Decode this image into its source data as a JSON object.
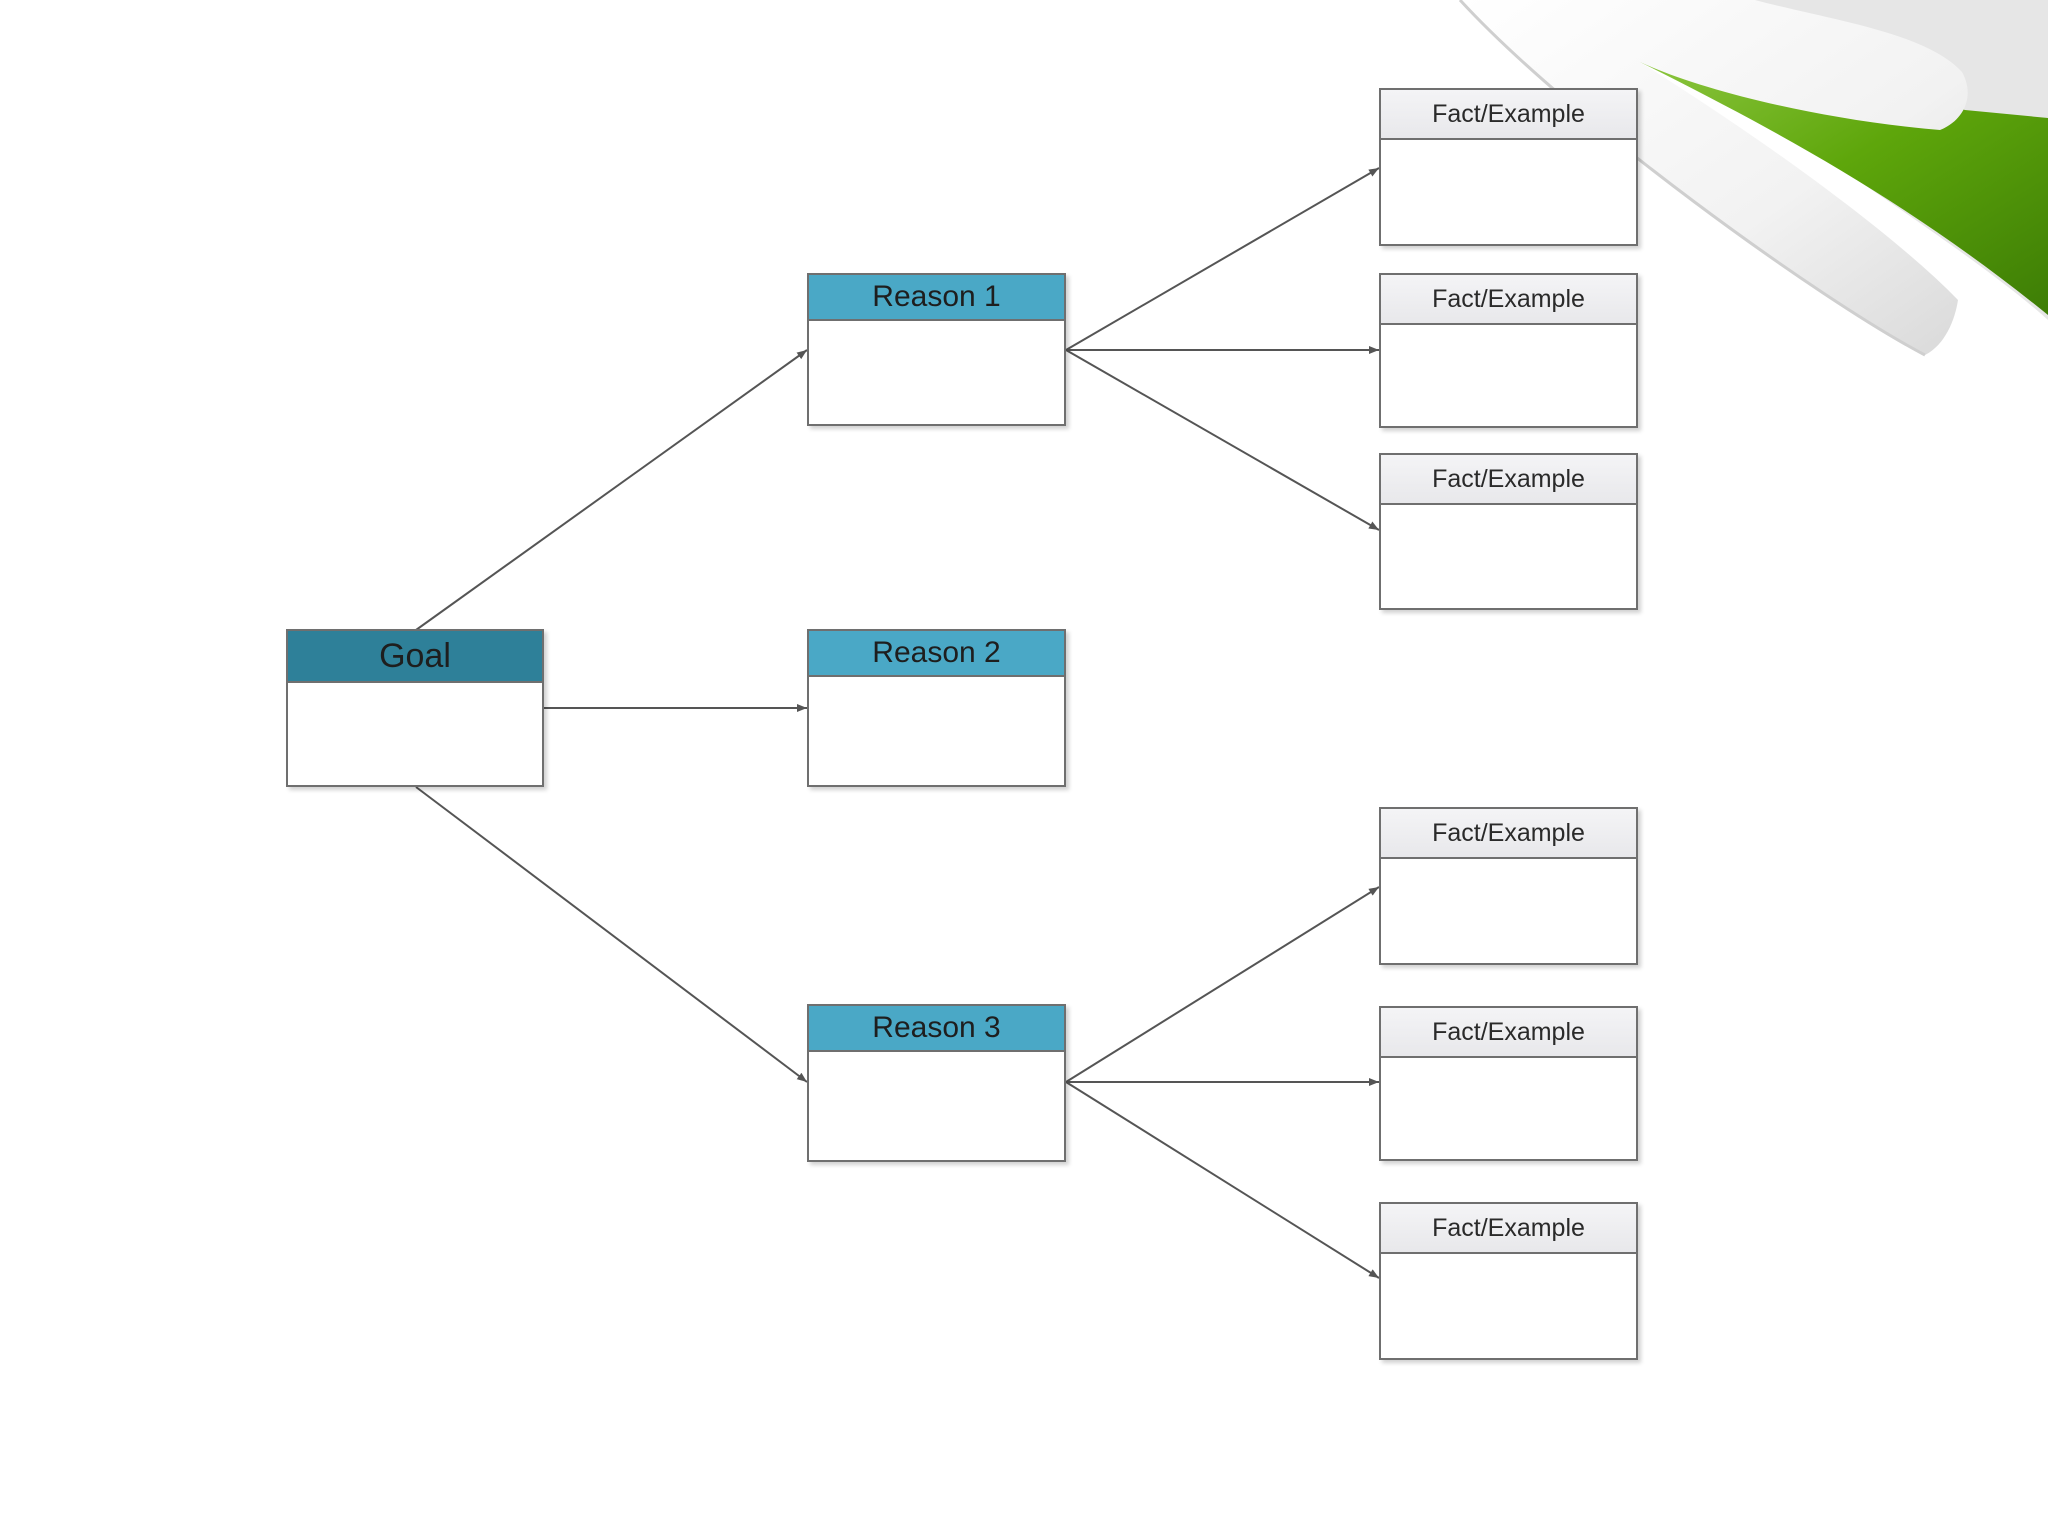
{
  "diagram": {
    "goal": {
      "title": "Goal"
    },
    "reasons": [
      {
        "title": "Reason 1"
      },
      {
        "title": "Reason 2"
      },
      {
        "title": "Reason 3"
      }
    ],
    "facts": [
      {
        "title": "Fact/Example"
      },
      {
        "title": "Fact/Example"
      },
      {
        "title": "Fact/Example"
      },
      {
        "title": "Fact/Example"
      },
      {
        "title": "Fact/Example"
      },
      {
        "title": "Fact/Example"
      }
    ]
  },
  "colors": {
    "goal_header": "#2e8099",
    "reason_header": "#4aa8c6",
    "fact_header": "#efeff2",
    "border": "#6f6f6f",
    "connector": "#555555",
    "accent_green": "#5ea60b"
  },
  "decorations": {
    "corner": "green-page-curl"
  }
}
